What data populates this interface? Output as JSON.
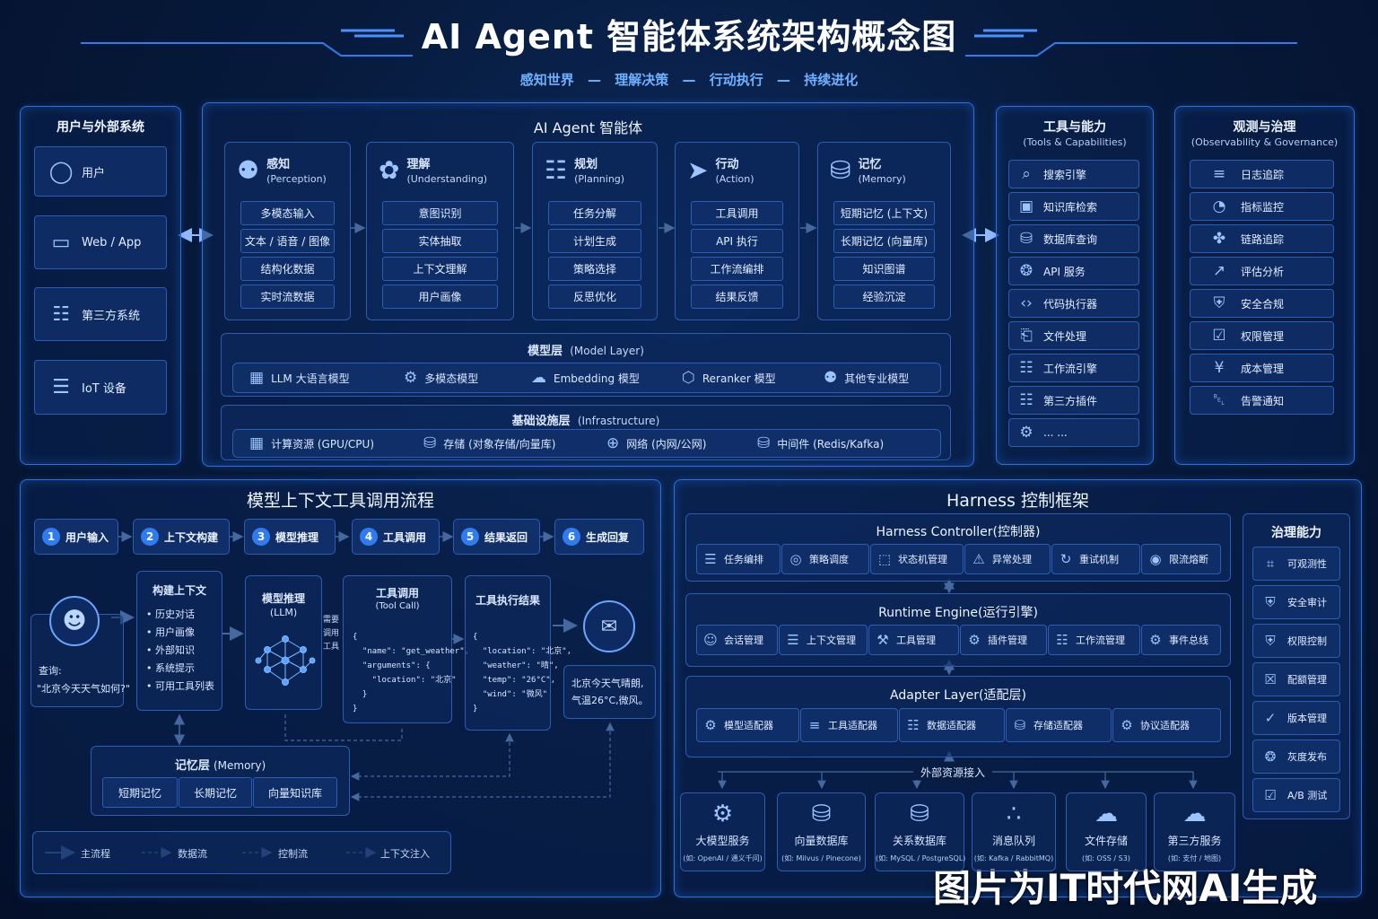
{
  "title": "AI Agent 智能体系统架构概念图",
  "tagline": {
    "items": [
      "感知世界",
      "理解决策",
      "行动执行",
      "持续进化"
    ],
    "sep": "—"
  },
  "left": {
    "title": "用户与外部系统",
    "items": [
      {
        "icon": "user-icon",
        "label": "用户"
      },
      {
        "icon": "monitor-icon",
        "label": "Web / App"
      },
      {
        "icon": "network-icon",
        "label": "第三方系统"
      },
      {
        "icon": "router-icon",
        "label": "IoT 设备"
      }
    ]
  },
  "agent": {
    "title": "AI Agent 智能体",
    "modules": [
      {
        "icon": "brain-head-icon",
        "title": "感知",
        "en": "(Perception)",
        "items": [
          "多模态输入",
          "文本 / 语音 / 图像",
          "结构化数据",
          "实时流数据"
        ]
      },
      {
        "icon": "brain-icon",
        "title": "理解",
        "en": "(Understanding)",
        "items": [
          "意图识别",
          "实体抽取",
          "上下文理解",
          "用户画像"
        ]
      },
      {
        "icon": "flowchart-icon",
        "title": "规划",
        "en": "(Planning)",
        "items": [
          "任务分解",
          "计划生成",
          "策略选择",
          "反思优化"
        ]
      },
      {
        "icon": "send-icon",
        "title": "行动",
        "en": "(Action)",
        "items": [
          "工具调用",
          "API 执行",
          "工作流编排",
          "结果反馈"
        ]
      },
      {
        "icon": "database-icon",
        "title": "记忆",
        "en": "(Memory)",
        "items": [
          "短期记忆 (上下文)",
          "长期记忆 (向量库)",
          "知识图谱",
          "经验沉淀"
        ]
      }
    ],
    "model_layer": {
      "title": "模型层",
      "en": "(Model Layer)",
      "items": [
        {
          "icon": "chip-icon",
          "label": "LLM 大语言模型"
        },
        {
          "icon": "gear-brain-icon",
          "label": "多模态模型"
        },
        {
          "icon": "embedding-icon",
          "label": "Embedding 模型"
        },
        {
          "icon": "cube-icon",
          "label": "Reranker 模型"
        },
        {
          "icon": "people-icon",
          "label": "其他专业模型"
        }
      ]
    },
    "infra_layer": {
      "title": "基础设施层",
      "en": "(Infrastructure)",
      "items": [
        {
          "icon": "cpu-icon",
          "label": "计算资源 (GPU/CPU)"
        },
        {
          "icon": "storage-icon",
          "label": "存储 (对象存储/向量库)"
        },
        {
          "icon": "globe-icon",
          "label": "网络 (内网/公网)"
        },
        {
          "icon": "middleware-icon",
          "label": "中间件 (Redis/Kafka)"
        }
      ]
    }
  },
  "tools": {
    "title": "工具与能力",
    "en": "(Tools & Capabilities)",
    "items": [
      {
        "icon": "search-icon",
        "label": "搜索引擎"
      },
      {
        "icon": "image-icon",
        "label": "知识库检索"
      },
      {
        "icon": "database-icon",
        "label": "数据库查询"
      },
      {
        "icon": "puzzle-icon",
        "label": "API 服务"
      },
      {
        "icon": "code-icon",
        "label": "代码执行器"
      },
      {
        "icon": "file-icon",
        "label": "文件处理"
      },
      {
        "icon": "workflow-icon",
        "label": "工作流引擎"
      },
      {
        "icon": "grid-icon",
        "label": "第三方插件"
      },
      {
        "icon": "gear-icon",
        "label": "... ..."
      }
    ]
  },
  "obs": {
    "title": "观测与治理",
    "en": "(Observability & Governance)",
    "items": [
      {
        "icon": "log-icon",
        "label": "日志追踪"
      },
      {
        "icon": "gauge-icon",
        "label": "指标监控"
      },
      {
        "icon": "trace-icon",
        "label": "链路追踪"
      },
      {
        "icon": "chart-icon",
        "label": "评估分析"
      },
      {
        "icon": "shield-icon",
        "label": "安全合规"
      },
      {
        "icon": "permission-icon",
        "label": "权限管理"
      },
      {
        "icon": "cost-icon",
        "label": "成本管理"
      },
      {
        "icon": "bell-icon",
        "label": "告警通知"
      }
    ]
  },
  "flow": {
    "title": "模型上下文工具调用流程",
    "steps": [
      {
        "n": "1",
        "label": "用户输入"
      },
      {
        "n": "2",
        "label": "上下文构建"
      },
      {
        "n": "3",
        "label": "模型推理"
      },
      {
        "n": "4",
        "label": "工具调用"
      },
      {
        "n": "5",
        "label": "结果返回"
      },
      {
        "n": "6",
        "label": "生成回复"
      }
    ],
    "query": {
      "label": "查询:",
      "text": "\"北京今天天气如何?\""
    },
    "context": {
      "title": "构建上下文",
      "items": [
        "历史对话",
        "用户画像",
        "外部知识",
        "系统提示",
        "可用工具列表"
      ]
    },
    "llm": {
      "title": "模型推理",
      "sub": "(LLM)"
    },
    "need_tool": "需要调用工具",
    "toolcall": {
      "title": "工具调用",
      "sub": "(Tool Call)",
      "code": "{\n  \"name\": \"get_weather\",\n  \"arguments\": {\n    \"location\": \"北京\"\n  }\n}"
    },
    "result": {
      "title": "工具执行结果",
      "code": "{\n  \"location\": \"北京\",\n  \"weather\": \"晴\",\n  \"temp\": \"26°C\",\n  \"wind\": \"微风\"\n}"
    },
    "reply": "北京今天气晴朗,气温26°C,微风。",
    "memory": {
      "title": "记忆层",
      "en": "(Memory)",
      "items": [
        "短期记忆",
        "长期记忆",
        "向量知识库"
      ]
    },
    "legend": [
      {
        "style": "solid",
        "label": "主流程"
      },
      {
        "style": "dashed",
        "label": "数据流"
      },
      {
        "style": "dashed",
        "label": "控制流"
      },
      {
        "style": "dashed",
        "label": "上下文注入"
      }
    ]
  },
  "harness": {
    "title": "Harness 控制框架",
    "controller": {
      "title": "Harness Controller(控制器)",
      "items": [
        {
          "icon": "list-icon",
          "label": "任务编排"
        },
        {
          "icon": "compass-icon",
          "label": "策略调度"
        },
        {
          "icon": "state-icon",
          "label": "状态机管理"
        },
        {
          "icon": "warning-icon",
          "label": "异常处理"
        },
        {
          "icon": "retry-icon",
          "label": "重试机制"
        },
        {
          "icon": "limit-icon",
          "label": "限流熔断"
        }
      ]
    },
    "runtime": {
      "title": "Runtime Engine(运行引擎)",
      "items": [
        {
          "icon": "user-icon",
          "label": "会话管理"
        },
        {
          "icon": "list-icon",
          "label": "上下文管理"
        },
        {
          "icon": "tool-icon",
          "label": "工具管理"
        },
        {
          "icon": "plugin-icon",
          "label": "插件管理"
        },
        {
          "icon": "workflow-icon",
          "label": "工作流管理"
        },
        {
          "icon": "gear-icon",
          "label": "事件总线"
        }
      ]
    },
    "adapter": {
      "title": "Adapter Layer(适配层)",
      "items": [
        {
          "icon": "model-adapter-icon",
          "label": "模型适配器"
        },
        {
          "icon": "tool-adapter-icon",
          "label": "工具适配器"
        },
        {
          "icon": "data-adapter-icon",
          "label": "数据适配器"
        },
        {
          "icon": "database-icon",
          "label": "存储适配器"
        },
        {
          "icon": "gear-icon",
          "label": "协议适配器"
        }
      ]
    },
    "external_label": "外部资源接入",
    "external": [
      {
        "icon": "gear-icon",
        "title": "大模型服务",
        "sub": "(如: OpenAI / 通义千问)"
      },
      {
        "icon": "database-icon",
        "title": "向量数据库",
        "sub": "(如: Milvus / Pinecone)"
      },
      {
        "icon": "database-icon",
        "title": "关系数据库",
        "sub": "(如: MySQL / PostgreSQL)"
      },
      {
        "icon": "queue-icon",
        "title": "消息队列",
        "sub": "(如: Kafka / RabbitMQ)"
      },
      {
        "icon": "cloud-icon",
        "title": "文件存储",
        "sub": "(如: OSS / S3)"
      },
      {
        "icon": "cloud-icon",
        "title": "第三方服务",
        "sub": "(如: 支付 / 地图)"
      }
    ],
    "governance": {
      "title": "治理能力",
      "items": [
        {
          "icon": "observe-icon",
          "label": "可观测性"
        },
        {
          "icon": "shield-icon",
          "label": "安全审计"
        },
        {
          "icon": "shield-icon",
          "label": "权限控制"
        },
        {
          "icon": "lock-icon",
          "label": "配额管理"
        },
        {
          "icon": "version-icon",
          "label": "版本管理"
        },
        {
          "icon": "release-icon",
          "label": "灰度发布"
        },
        {
          "icon": "ab-icon",
          "label": "A/B 测试"
        }
      ]
    }
  },
  "watermark": "图片为IT时代网AI生成"
}
